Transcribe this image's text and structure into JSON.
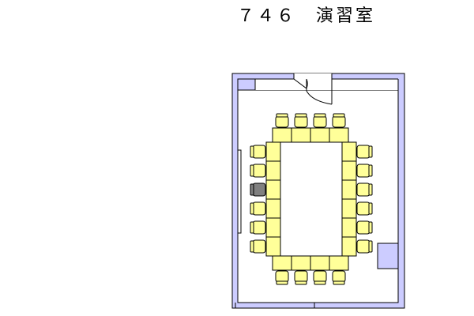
{
  "title": "７４６　演習室",
  "colors": {
    "wall": "#ccccff",
    "table": "#ffff99",
    "chair": "#ffff99",
    "chair_selected": "#808080",
    "outline": "#000000"
  },
  "layout": {
    "top_chairs": 4,
    "bottom_chairs": 4,
    "left_chairs": 6,
    "right_chairs": 6,
    "highlighted_chair": "left-3"
  }
}
